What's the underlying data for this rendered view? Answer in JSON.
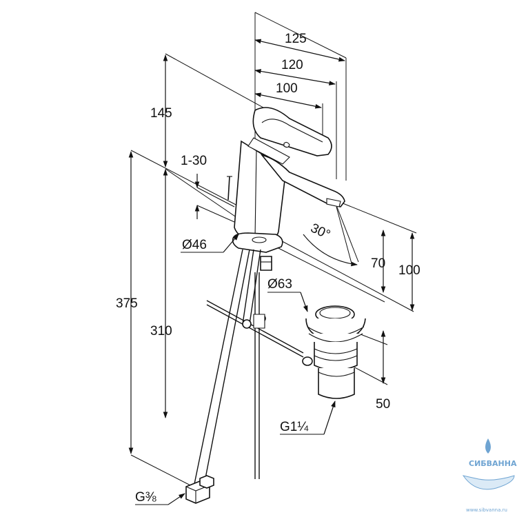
{
  "dimensions": {
    "width_125": "125",
    "width_120": "120",
    "width_100": "100",
    "height_145": "145",
    "lever_1_30": "1-30",
    "diameter_46": "Ø46",
    "angle_30": "30°",
    "height_70": "70",
    "height_100": "100",
    "diameter_63": "Ø63",
    "total_375": "375",
    "hose_310": "310",
    "waste_50": "50",
    "thread_g114": "G1¼",
    "thread_g38": "G⅜"
  },
  "watermark": {
    "brand": "СИБВАННА",
    "url": "www.sibvanna.ru"
  },
  "colors": {
    "line": "#111111",
    "watermark": "#3f86c4"
  }
}
